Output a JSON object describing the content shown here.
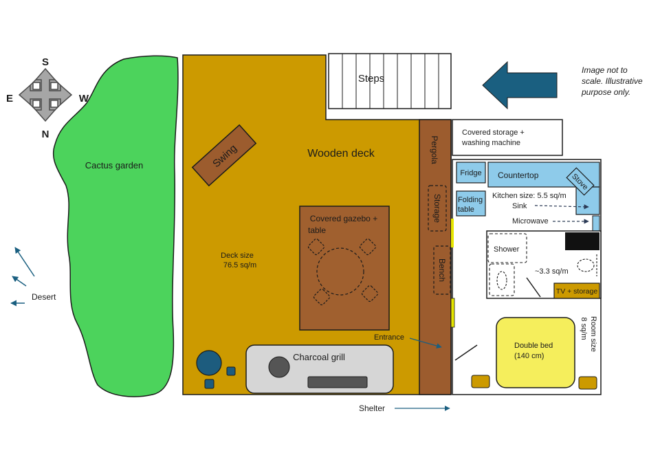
{
  "colors": {
    "cactus": "#4cd35c",
    "deck": "#cc9a00",
    "wood": "#9c5c2e",
    "gazebo": "#a0602f",
    "kitchen_blue": "#8ecbea",
    "grill_gray": "#d6d6d6",
    "bed_yellow": "#f5ee5c",
    "arrow_blue": "#1a5f80",
    "compass_gray": "#a6a6a6",
    "pool_blue": "#1d5c7e",
    "accent_yellow": "#e6e600"
  },
  "compass": {
    "north": "N",
    "south": "S",
    "east": "E",
    "west": "W"
  },
  "note": {
    "line1": "Image not to",
    "line2": "scale.  Illustrative",
    "line3": "purpose only."
  },
  "labels": {
    "steps": "Steps",
    "cactus_garden": "Cactus garden",
    "swing": "Swing",
    "wooden_deck": "Wooden deck",
    "pergola": "Pergola",
    "storage": "Storage",
    "bench": "Bench",
    "gazebo_line1": "Covered gazebo +",
    "gazebo_line2": "table",
    "deck_size_line1": "Deck size",
    "deck_size_line2": "76.5 sq/m",
    "desert": "Desert",
    "entrance": "Entrance",
    "charcoal_grill": "Charcoal grill",
    "shelter": "Shelter",
    "covered_storage_line1": "Covered storage +",
    "covered_storage_line2": "washing machine",
    "fridge": "Fridge",
    "countertop": "Countertop",
    "stove": "Stove",
    "folding_line1": "Folding",
    "folding_line2": "table",
    "kitchen_size": "Kitchen size:  5.5 sq/m",
    "sink": "Sink",
    "microwave": "Microwave",
    "shower": "Shower",
    "bathroom_size": "~3.3 sq/m",
    "tv_storage": "TV + storage",
    "room_size_line1": "Room size",
    "room_size_line2": "8 sq/m",
    "bed_line1": "Double bed",
    "bed_line2": "(140 cm)"
  }
}
